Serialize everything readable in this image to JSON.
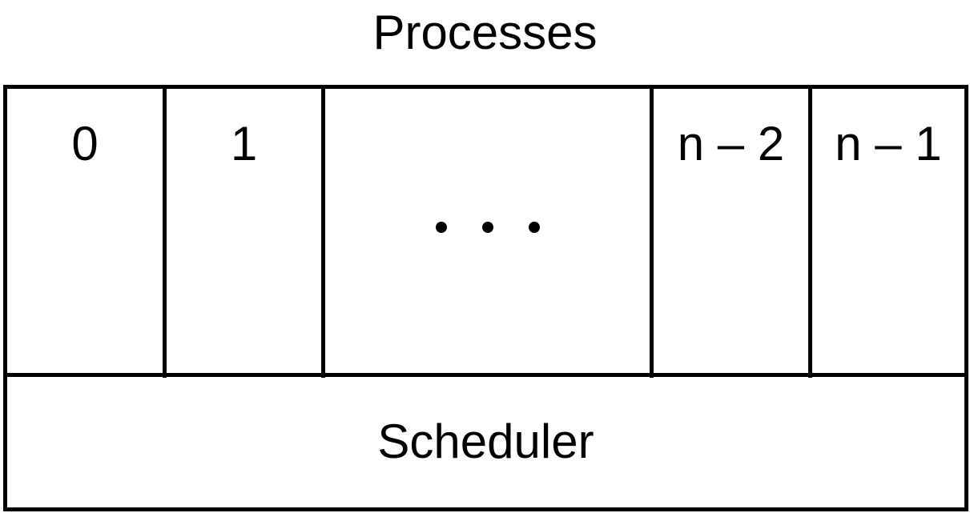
{
  "title": "Processes",
  "processes": [
    {
      "label": "0"
    },
    {
      "label": "1"
    },
    {
      "label": ""
    },
    {
      "label": "n – 2"
    },
    {
      "label": "n – 1"
    }
  ],
  "ellipsis_icon": "ellipsis-dots",
  "scheduler": {
    "label": "Scheduler"
  }
}
